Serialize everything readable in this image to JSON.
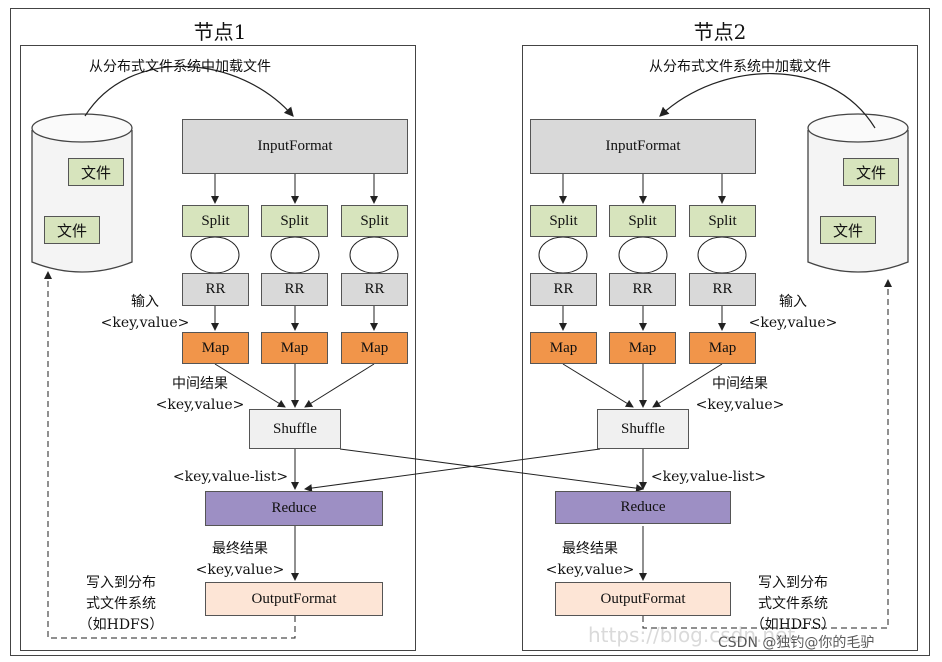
{
  "node1": {
    "title": "节点1",
    "load_label": "从分布式文件系统中加载文件",
    "input_format": "InputFormat",
    "splits": [
      "Split",
      "Split",
      "Split"
    ],
    "rrs": [
      "RR",
      "RR",
      "RR"
    ],
    "maps": [
      "Map",
      "Map",
      "Map"
    ],
    "input_label": [
      "输入",
      "<key,value>"
    ],
    "mid_label": [
      "中间结果",
      "<key,value>"
    ],
    "shuffle": "Shuffle",
    "kvlist_label": "<key,value-list>",
    "reduce": "Reduce",
    "final_label": [
      "最终结果",
      "<key,value>"
    ],
    "output_format": "OutputFormat",
    "write_label": [
      "写入到分布",
      "式文件系统",
      "（如HDFS）"
    ],
    "files": [
      "文件",
      "文件"
    ]
  },
  "node2": {
    "title": "节点2",
    "load_label": "从分布式文件系统中加载文件",
    "input_format": "InputFormat",
    "splits": [
      "Split",
      "Split",
      "Split"
    ],
    "rrs": [
      "RR",
      "RR",
      "RR"
    ],
    "maps": [
      "Map",
      "Map",
      "Map"
    ],
    "input_label": [
      "输入",
      "<key,value>"
    ],
    "mid_label": [
      "中间结果",
      "<key,value>"
    ],
    "shuffle": "Shuffle",
    "kvlist_label": "<key,value-list>",
    "reduce": "Reduce",
    "final_label": [
      "最终结果",
      "<key,value>"
    ],
    "output_format": "OutputFormat",
    "write_label": [
      "写入到分布",
      "式文件系统",
      "（如HDFS）"
    ],
    "files": [
      "文件",
      "文件"
    ]
  },
  "watermark": {
    "url_text": "https://blog.csdn.net",
    "csdn_text": "CSDN @独钓@你的毛驴"
  }
}
